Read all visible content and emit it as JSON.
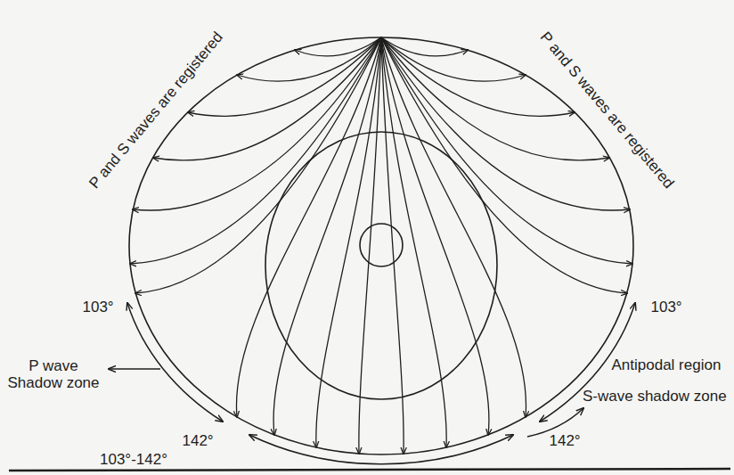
{
  "diagram": {
    "labels": [
      "P and S waves are registered",
      "P and S waves are registered",
      "103°",
      "103°",
      "P wave Shadow zone",
      "103°-142°",
      "142°",
      "142°",
      "Antipodal region",
      "S-wave shadow zone"
    ]
  }
}
